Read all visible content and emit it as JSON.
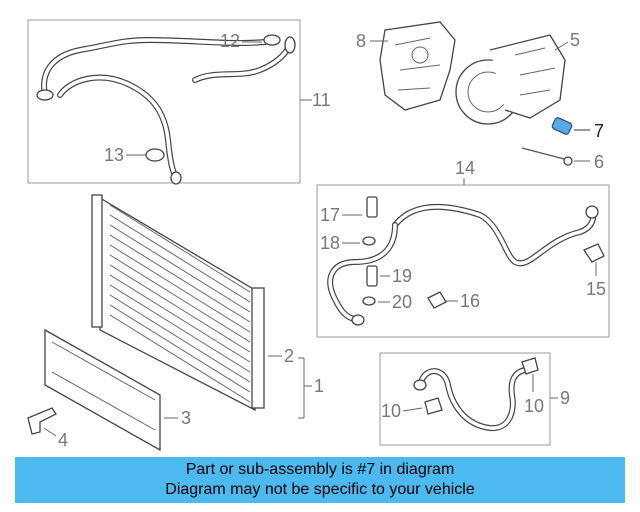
{
  "diagram": {
    "highlight_color": "#5aa8e6",
    "callouts": {
      "c1": "1",
      "c2": "2",
      "c3": "3",
      "c4": "4",
      "c5": "5",
      "c6": "6",
      "c7": "7",
      "c8": "8",
      "c9": "9",
      "c10a": "10",
      "c10b": "10",
      "c11": "11",
      "c12": "12",
      "c13": "13",
      "c14": "14",
      "c15": "15",
      "c16": "16",
      "c17": "17",
      "c18": "18",
      "c19": "19",
      "c20": "20"
    }
  },
  "banner": {
    "background": "#4cb9f0",
    "line1": "Part or sub-assembly is #7 in diagram",
    "line2": "Diagram may not be specific to your vehicle"
  }
}
